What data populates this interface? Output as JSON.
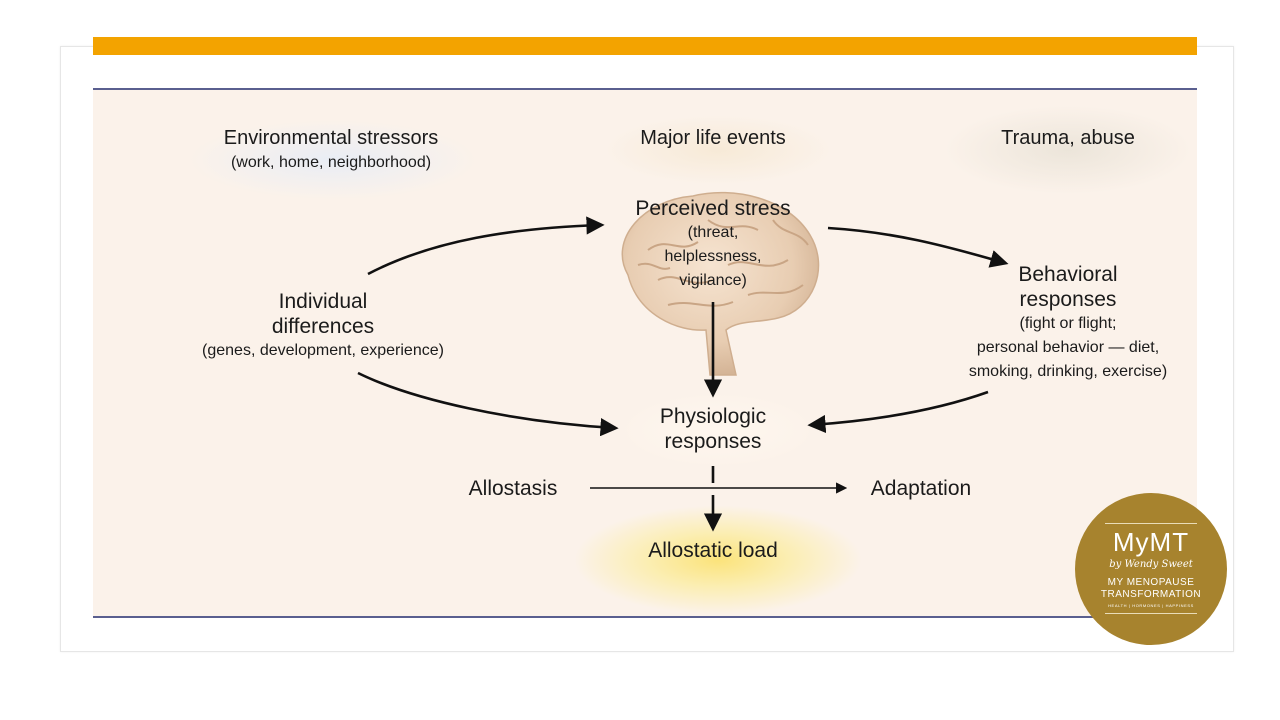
{
  "colors": {
    "top_bar": "#f3a300",
    "rule": "#5a5f8f",
    "figure_background": "#fbf2ea",
    "logo_background": "#a7832e"
  },
  "diagram": {
    "environmental": {
      "title": "Environmental stressors",
      "detail": "(work, home, neighborhood)"
    },
    "major_life_events": "Major life events",
    "trauma": "Trauma, abuse",
    "individual": {
      "title_1": "Individual",
      "title_2": "differences",
      "detail": "(genes, development, experience)"
    },
    "perceived": {
      "title": "Perceived stress",
      "detail_1": "(threat,",
      "detail_2": "helplessness,",
      "detail_3": "vigilance)"
    },
    "behavioral": {
      "title_1": "Behavioral",
      "title_2": "responses",
      "detail_1": "(fight or flight;",
      "detail_2": "personal behavior — diet,",
      "detail_3": "smoking, drinking, exercise)"
    },
    "physiologic": {
      "title_1": "Physiologic",
      "title_2": "responses"
    },
    "allostasis": "Allostasis",
    "adaptation": "Adaptation",
    "allostatic_load": "Allostatic load",
    "brain_icon": "brain-icon"
  },
  "logo": {
    "name": "MyMT",
    "byline": "by Wendy Sweet",
    "line1": "MY MENOPAUSE",
    "line2": "TRANSFORMATION",
    "tagline": "HEALTH | HORMONES | HAPPINESS"
  }
}
